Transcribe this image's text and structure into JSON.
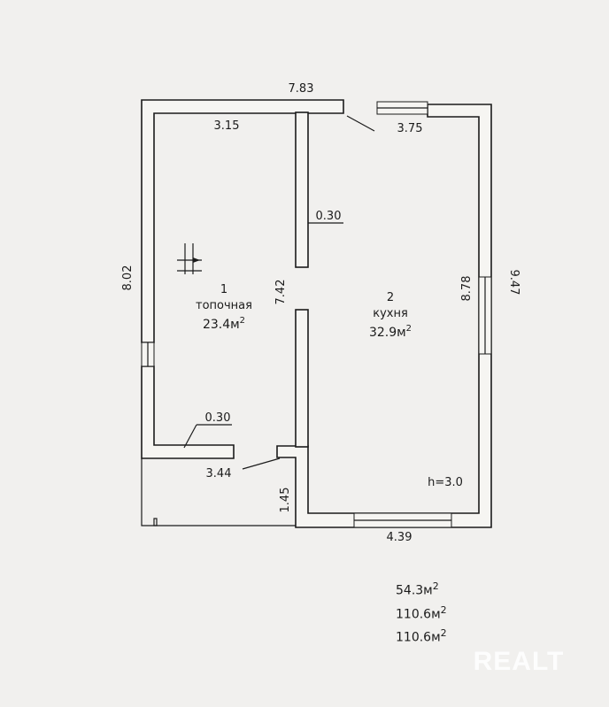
{
  "dimensions": {
    "top_total": "7.83",
    "top_left_inner": "3.15",
    "top_right_inner": "3.75",
    "partition_thickness_top": "0.30",
    "left_total": "8.02",
    "partition_length": "7.42",
    "right_inner": "8.78",
    "right_total": "9.47",
    "stub_thickness": "0.30",
    "stub_length": "3.44",
    "bottom_short": "1.45",
    "bottom_right": "4.39"
  },
  "rooms": [
    {
      "number": "1",
      "name": "топочная",
      "area": "23.4м",
      "area_sup": "2"
    },
    {
      "number": "2",
      "name": "кухня",
      "area": "32.9м",
      "area_sup": "2"
    }
  ],
  "ceiling_height": "h=3.0",
  "totals": [
    {
      "value": "54.3м",
      "sup": "2"
    },
    {
      "value": "110.6м",
      "sup": "2"
    },
    {
      "value": "110.6м",
      "sup": "2"
    }
  ],
  "watermark": "REALT",
  "colors": {
    "background": "#f1f0ee",
    "line": "#1b1b1b",
    "wall_fill": "#f6f5f2"
  }
}
